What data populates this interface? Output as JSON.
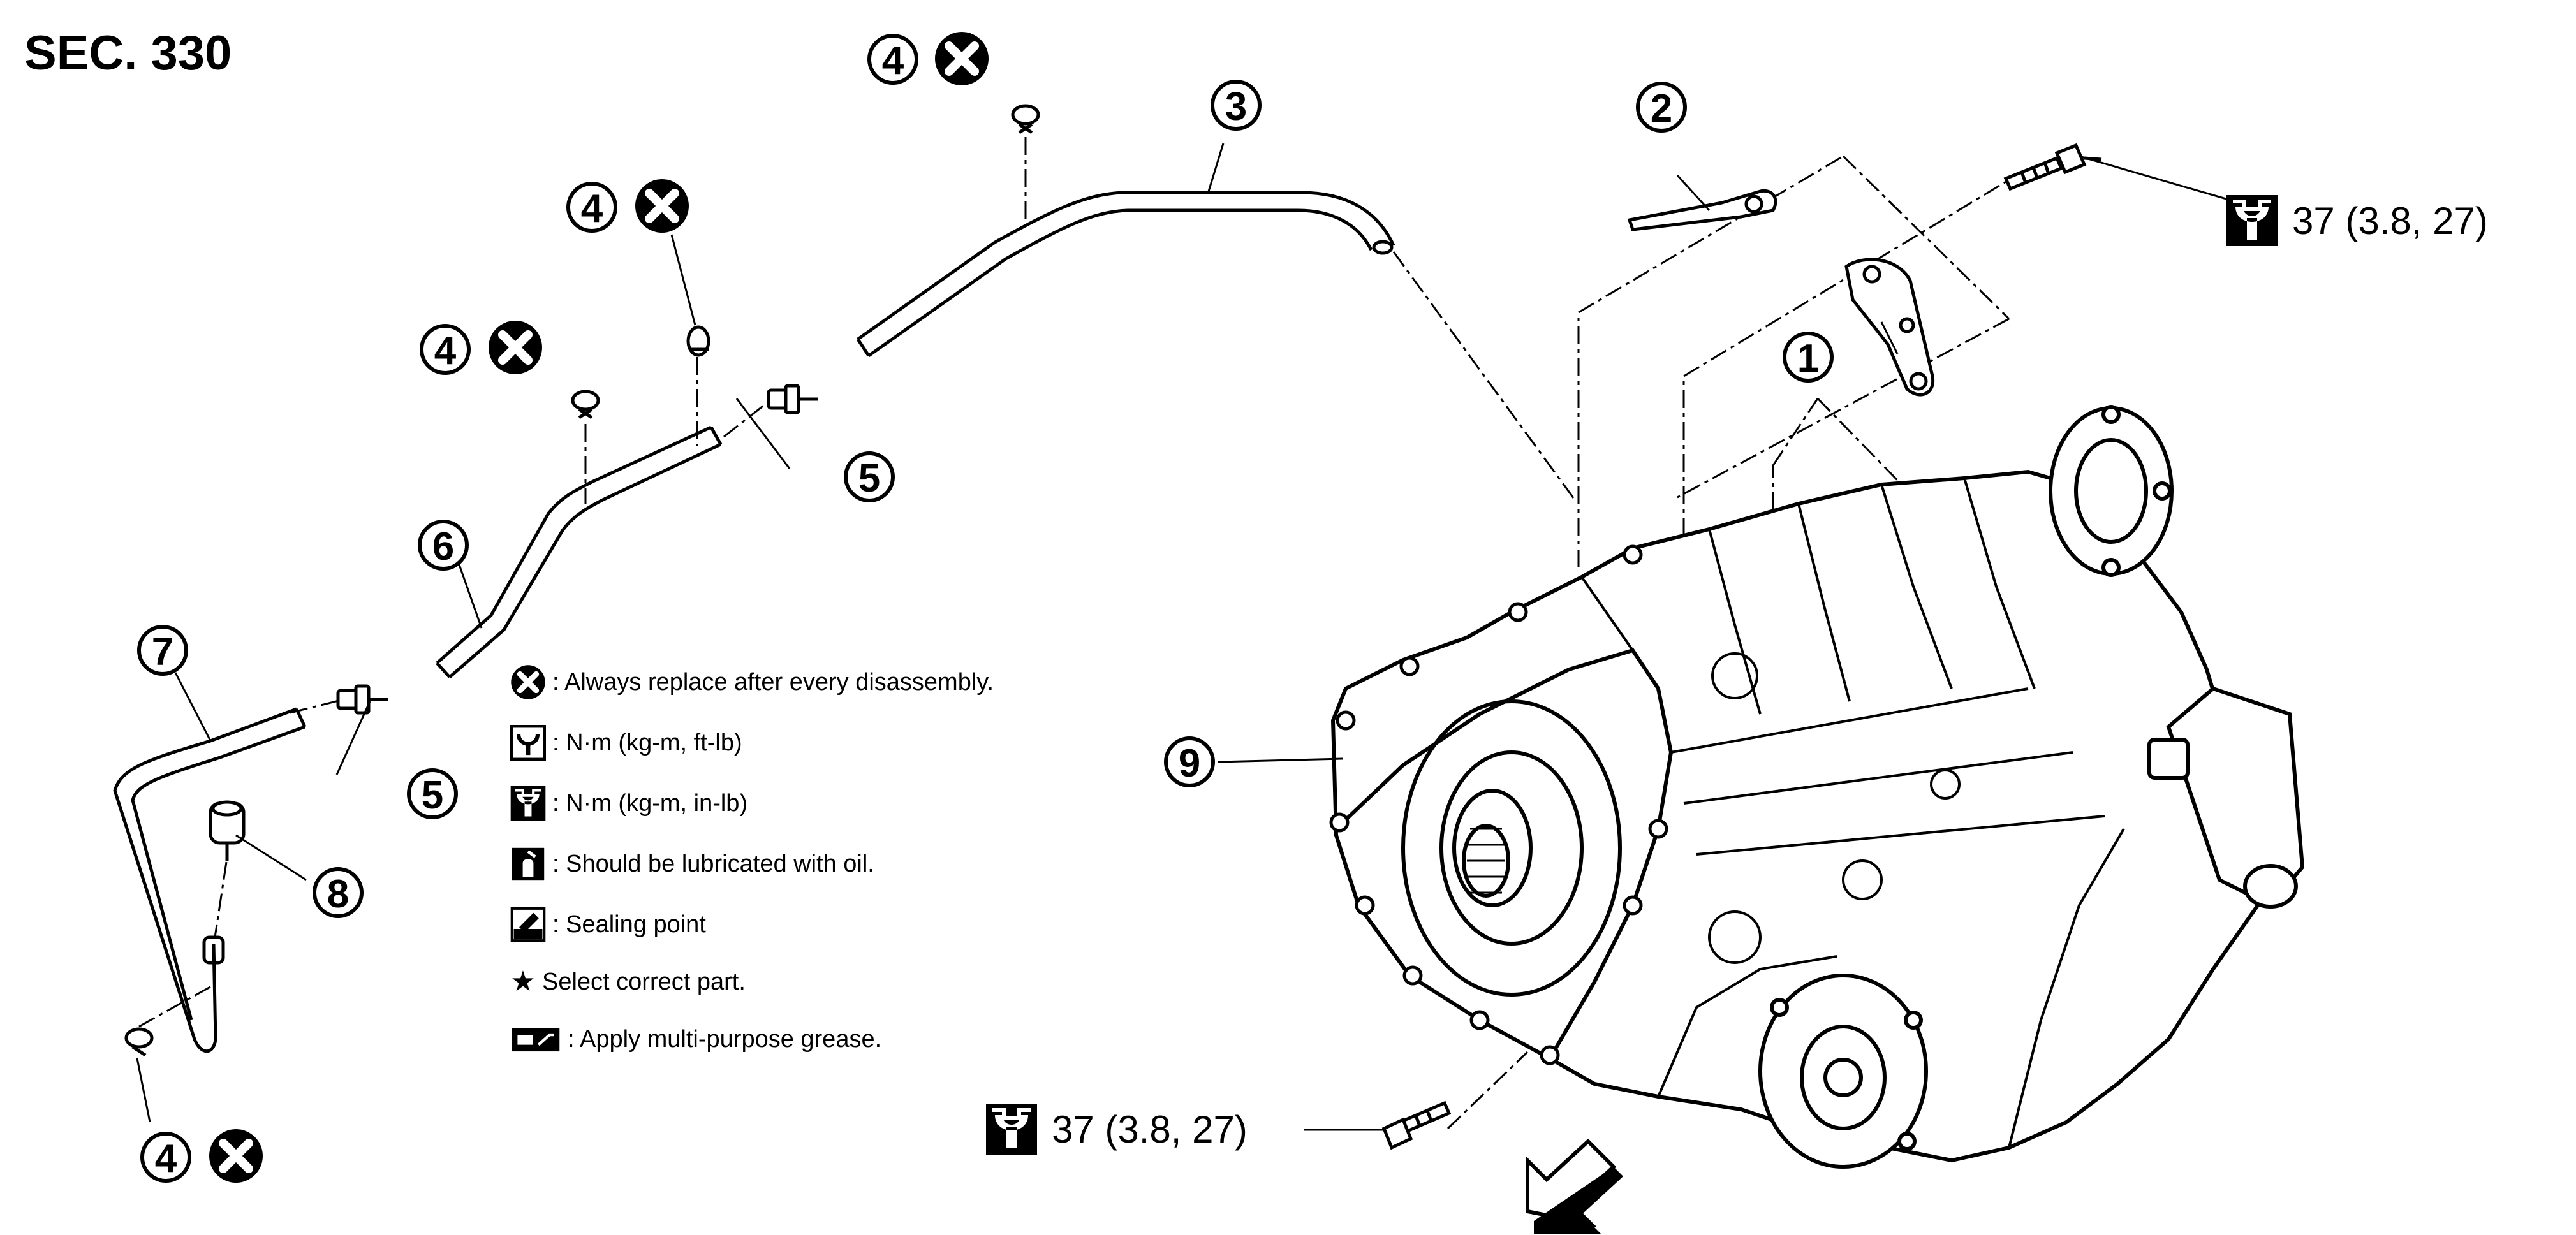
{
  "section_label": "SEC. 330",
  "callouts": {
    "n1": "1",
    "n2": "2",
    "n3": "3",
    "n4": "4",
    "n5": "5",
    "n6": "6",
    "n7": "7",
    "n8": "8",
    "n9": "9"
  },
  "torque_specs": {
    "upper_bolt": "37 (3.8, 27)",
    "lower_bolt": "37 (3.8, 27)"
  },
  "legend": [
    {
      "icon": "always-replace-icon",
      "text": ": Always replace after every disassembly."
    },
    {
      "icon": "torque-nm-kgm-ftlb-icon",
      "text": ": N·m (kg-m, ft-lb)"
    },
    {
      "icon": "torque-nm-kgm-inlb-icon",
      "text": ": N·m (kg-m, in-lb)"
    },
    {
      "icon": "oil-lubricate-icon",
      "text": ": Should be lubricated with oil."
    },
    {
      "icon": "sealing-point-icon",
      "text": ": Sealing point"
    },
    {
      "icon": "star-icon",
      "text": "Select correct part."
    },
    {
      "icon": "grease-icon",
      "text": ": Apply multi-purpose grease."
    }
  ],
  "colors": {
    "line": "#000000",
    "background": "#ffffff"
  }
}
